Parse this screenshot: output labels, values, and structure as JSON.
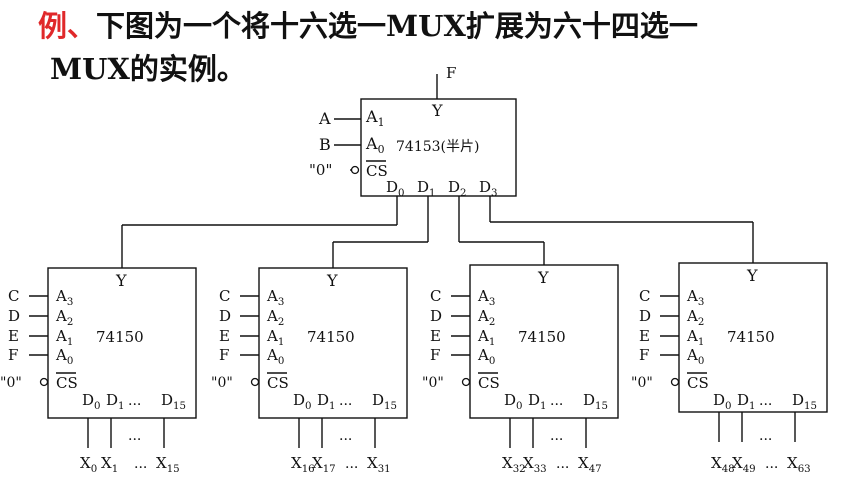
{
  "title": {
    "prefix": "例、",
    "line1": "下图为一个将十六选一MUX扩展为六十四选一",
    "line2": "MUX的实例。"
  },
  "top_chip": {
    "output_label": "F",
    "y_label": "Y",
    "a1": "A",
    "a1_sub": "1",
    "a0": "A",
    "a0_sub": "0",
    "name": "74153(半片)",
    "cs": "CS",
    "in_a": "A",
    "in_b": "B",
    "cs_input": "\"0\"",
    "d_labels": [
      [
        "D",
        "0"
      ],
      [
        "D",
        "1"
      ],
      [
        "D",
        "2"
      ],
      [
        "D",
        "3"
      ]
    ]
  },
  "chip_common": {
    "y_label": "Y",
    "name": "74150",
    "cs": "CS",
    "cs_input": "\"0\"",
    "addr_pins": [
      [
        "A",
        "3"
      ],
      [
        "A",
        "2"
      ],
      [
        "A",
        "1"
      ],
      [
        "A",
        "0"
      ]
    ],
    "addr_inputs": [
      "C",
      "D",
      "E",
      "F"
    ],
    "d_first": [
      "D",
      "0"
    ],
    "d_second": [
      "D",
      "1"
    ],
    "d_dots": "...",
    "d_last": [
      "D",
      "15"
    ],
    "x_dots": "...",
    "dots_mid": "..."
  },
  "chips": [
    {
      "x_first": [
        "X",
        "0"
      ],
      "x_second": [
        "X",
        "1"
      ],
      "x_last": [
        "X",
        "15"
      ]
    },
    {
      "x_first": [
        "X",
        "16"
      ],
      "x_second": [
        "X",
        "17"
      ],
      "x_last": [
        "X",
        "31"
      ]
    },
    {
      "x_first": [
        "X",
        "32"
      ],
      "x_second": [
        "X",
        "33"
      ],
      "x_last": [
        "X",
        "47"
      ]
    },
    {
      "x_first": [
        "X",
        "48"
      ],
      "x_second": [
        "X",
        "49"
      ],
      "x_last": [
        "X",
        "63"
      ]
    }
  ]
}
